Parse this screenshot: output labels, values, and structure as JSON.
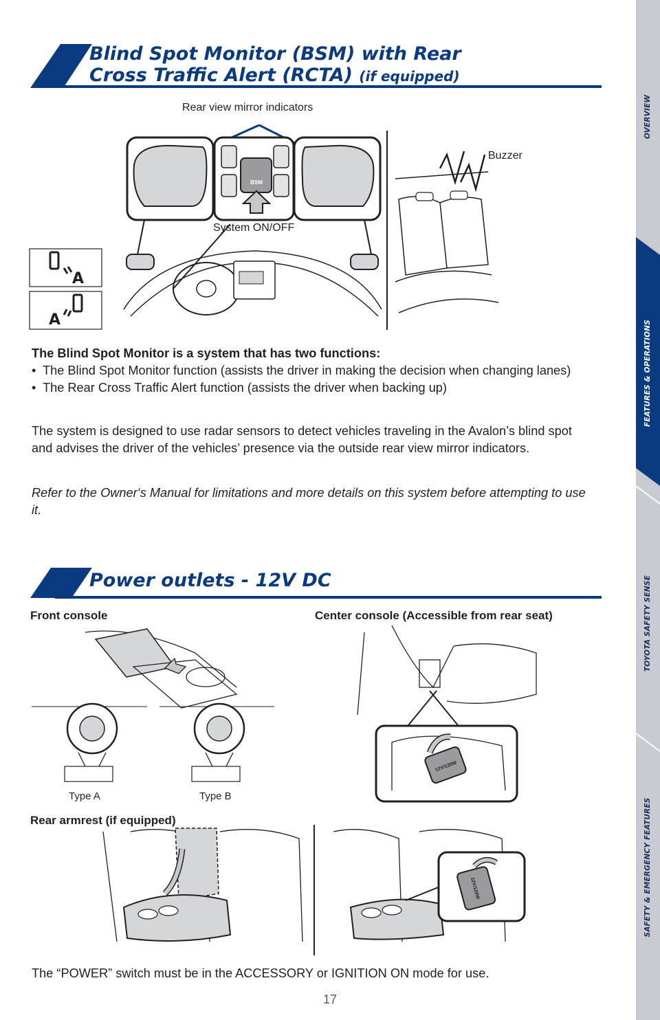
{
  "side_tabs": [
    {
      "label": "OVERVIEW",
      "active": false
    },
    {
      "label": "FEATURES & OPERATIONS",
      "active": true
    },
    {
      "label": "TOYOTA SAFETY SENSE",
      "active": false
    },
    {
      "label": "SAFETY & EMERGENCY FEATURES",
      "active": false
    }
  ],
  "bsm": {
    "title_line1": "Blind Spot Monitor (BSM) with Rear",
    "title_line2": "Cross Traffic Alert (RCTA)",
    "title_suffix": "(if equipped)",
    "figure_labels": {
      "mirror_indicators": "Rear view mirror indicators",
      "buzzer": "Buzzer",
      "system_switch": "System ON/OFF",
      "switch_text": "BSM"
    },
    "intro": "The Blind Spot Monitor is a system that has two functions:",
    "bullets": [
      "The Blind Spot Monitor function (assists the driver in making the decision when changing lanes)",
      "The Rear Cross Traffic Alert function (assists the driver when backing up)"
    ],
    "description": "The system is designed to use radar sensors to detect vehicles traveling in the Avalon’s blind spot and advises the driver of the vehicles’ presence via the outside rear view mirror indicators.",
    "note": "Refer to the Owner‘s Manual for limitations and more details on this system before attempting to use it."
  },
  "power": {
    "title": "Power outlets - 12V DC",
    "front_console": "Front console",
    "center_console": "Center console (Accessible from rear seat)",
    "type_a": "Type A",
    "type_b": "Type B",
    "rear_armrest": "Rear armrest (if equipped)",
    "outlet_text": "12V/120W",
    "footer_note": "The “POWER” switch must be in the ACCESSORY or IGNITION ON mode for use."
  },
  "page_number": "17",
  "colors": {
    "brand_blue": "#0a3a80",
    "tab_gray": "#c9cbd3",
    "tab_active": "#0a3a80"
  }
}
